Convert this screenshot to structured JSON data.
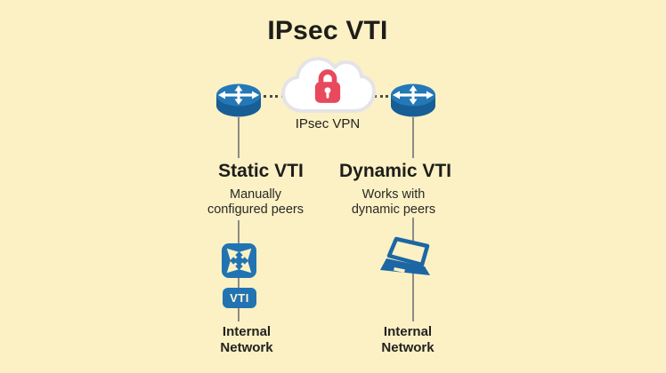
{
  "title": "IPsec VTI",
  "cloud": {
    "label": "IPsec VPN",
    "lock_icon": "padlock"
  },
  "left_column": {
    "heading": "Static VTI",
    "description_lines": [
      "Manually",
      "configured peers"
    ],
    "badge_label": "VTI",
    "footer_lines": [
      "Internal",
      "Network"
    ]
  },
  "right_column": {
    "heading": "Dynamic VTI",
    "description_lines": [
      "Works with",
      "dynamic peers"
    ],
    "footer_lines": [
      "Internal",
      "Network"
    ]
  },
  "icons": {
    "left_device": "router-icon",
    "right_device": "router-icon",
    "left_branch_device": "expand-arrows-icon",
    "right_branch_device": "laptop-icon"
  },
  "colors": {
    "background": "#FBF1C5",
    "router_top_blue": "#2478B6",
    "router_body_blue": "#175E96",
    "accent_blue": "#2273B2",
    "laptop_blue": "#1D66A4",
    "lock_red": "#E8495D",
    "cloud_fill": "#FFFFFF",
    "cloud_border": "#E4E4E8",
    "connector_gray": "#8C8C85",
    "dot_gray": "#4B4B45",
    "text_dark": "#1E1D1A"
  }
}
